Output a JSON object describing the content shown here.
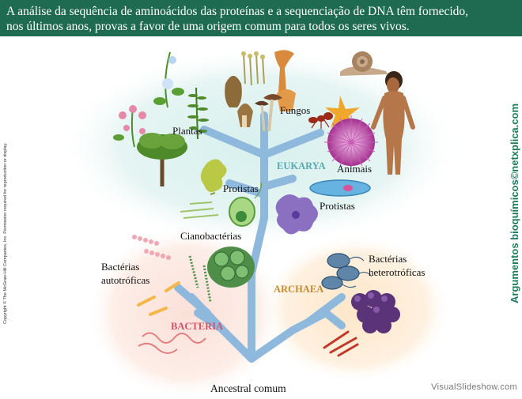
{
  "header": {
    "line1": "A análise da sequência de aminoácidos das proteínas e a sequenciação de DNA têm fornecido,",
    "line2": "nos últimos anos, provas a favor de uma origem comum para todos os seres vivos."
  },
  "diagram": {
    "domains": {
      "eukarya": "EUKARYA",
      "archaea": "ARCHAEA",
      "bacteria": "BACTERIA"
    },
    "labels": {
      "plantas": "Plantas",
      "fungos": "Fungos",
      "animais": "Animais",
      "protistas_left": "Protistas",
      "protistas_right": "Protistas",
      "cianobacterias": "Cianobactérias",
      "bact_auto_1": "Bactérias",
      "bact_auto_2": "autotróficas",
      "bact_het_1": "Bactérias",
      "bact_het_2": "heterotróficas",
      "root": "Ancestral comum"
    },
    "colors": {
      "branch": "#8fb8dd",
      "eukarya": "#5aa9ad",
      "archaea": "#c68a2e",
      "bacteria": "#d5506a"
    }
  },
  "side": {
    "copyright": "Copyright © The McGraw-Hill Companies, Inc. Permission required for reproduction or display.",
    "credit": "Argumentos bioquímicos©netxplica.com"
  },
  "footer": {
    "credit": "VisualSlideshow.com"
  }
}
